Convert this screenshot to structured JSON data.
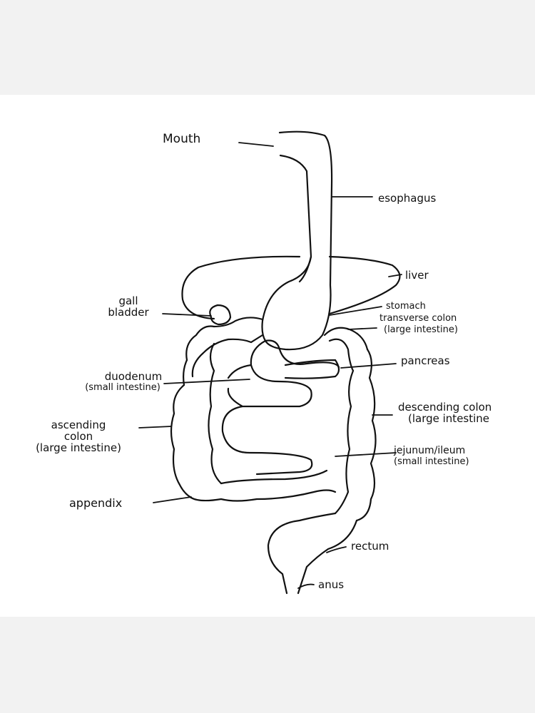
{
  "diagram": {
    "title": "Human digestive system",
    "labels": {
      "mouth": "Mouth",
      "esophagus": "esophagus",
      "liver": "liver",
      "gall_bladder_1": "gall",
      "gall_bladder_2": "bladder",
      "stomach": "stomach",
      "transverse_colon_1": "transverse colon",
      "transverse_colon_2": "(large intestine)",
      "pancreas": "pancreas",
      "duodenum_1": "duodenum",
      "duodenum_2": "(small intestine)",
      "descending_colon_1": "descending colon",
      "descending_colon_2": "(large intestine",
      "ascending_colon_1": "ascending",
      "ascending_colon_2": "colon",
      "ascending_colon_3": "(large intestine)",
      "jejunum_1": "jejunum/ileum",
      "jejunum_2": "(small intestine)",
      "appendix": "appendix",
      "rectum": "rectum",
      "anus": "anus"
    },
    "colors": {
      "ink": "#111111",
      "paper": "#ffffff",
      "border": "#f2f2f2"
    }
  }
}
